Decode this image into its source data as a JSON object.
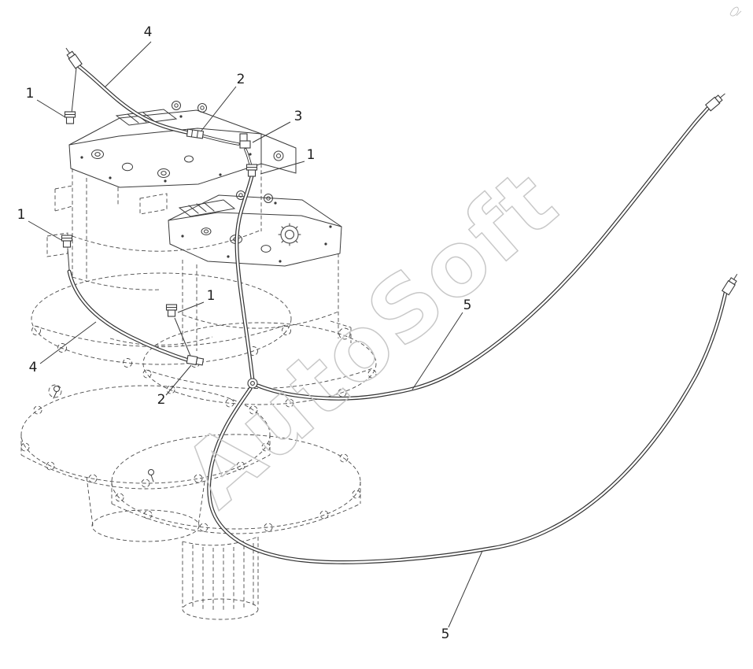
{
  "diagram": {
    "watermark": {
      "text": "AutoSoft",
      "color": "#c6c6c6"
    },
    "colors": {
      "line": "#3a3a3a",
      "background": "#ffffff"
    },
    "callouts": [
      {
        "label": "4",
        "target": "hose-upper-left"
      },
      {
        "label": "2",
        "target": "union-fitting-top"
      },
      {
        "label": "3",
        "target": "elbow-fitting-top"
      },
      {
        "label": "1",
        "target": "straight-fitting-top-right"
      },
      {
        "label": "1",
        "target": "straight-fitting-left-upper"
      },
      {
        "label": "1",
        "target": "straight-fitting-left-lower"
      },
      {
        "label": "1",
        "target": "straight-fitting-middle"
      },
      {
        "label": "4",
        "target": "hose-lower-left"
      },
      {
        "label": "2",
        "target": "elbow-fitting-bottom"
      },
      {
        "label": "5",
        "target": "long-hose-upper"
      },
      {
        "label": "5",
        "target": "long-hose-lower"
      }
    ]
  }
}
